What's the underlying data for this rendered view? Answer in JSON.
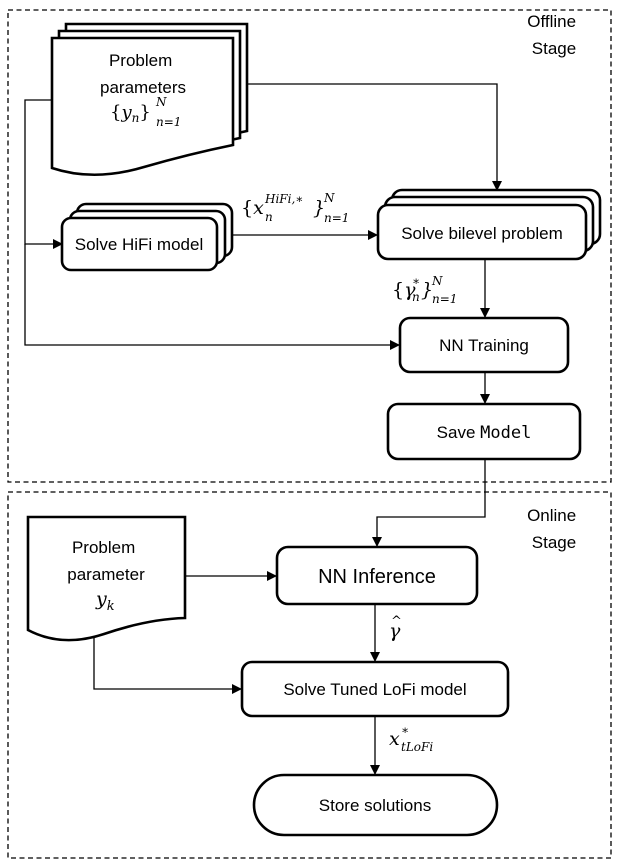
{
  "stages": {
    "offline": {
      "line1": "Offline",
      "line2": "Stage"
    },
    "online": {
      "line1": "Online",
      "line2": "Stage"
    }
  },
  "nodes": {
    "problem_parameters": {
      "line1": "Problem",
      "line2": "parameters"
    },
    "solve_hifi": {
      "label": "Solve HiFi model"
    },
    "solve_bilevel": {
      "label": "Solve bilevel problem"
    },
    "nn_training": {
      "label": "NN Training"
    },
    "save_model": {
      "prefix": "Save ",
      "code": "Model"
    },
    "problem_parameter": {
      "line1": "Problem",
      "line2": "parameter"
    },
    "nn_inference": {
      "label": "NN Inference"
    },
    "solve_tuned_lofi": {
      "label": "Solve Tuned LoFi model"
    },
    "store_solutions": {
      "label": "Store solutions"
    }
  },
  "math": {
    "y_n": {
      "open": "{",
      "var": "y",
      "sub": "n",
      "close": "}",
      "sup": "N",
      "range": "n=1"
    },
    "x_hifi": {
      "open": "{",
      "var": "x",
      "sub": "n",
      "sup": "HiFi,∗",
      "close": "}",
      "sup2": "N",
      "range": "n=1"
    },
    "gamma_n": {
      "open": "{",
      "var": "γ",
      "sub": "n",
      "sup": "∗",
      "close": "}",
      "sup2": "N",
      "range": "n=1"
    },
    "y_k": {
      "var": "y",
      "sub": "k"
    },
    "gamma_hat": {
      "hat": "^",
      "var": "γ"
    },
    "x_tlofi": {
      "var": "x",
      "sup": "∗",
      "sub": "tLoFi"
    }
  }
}
